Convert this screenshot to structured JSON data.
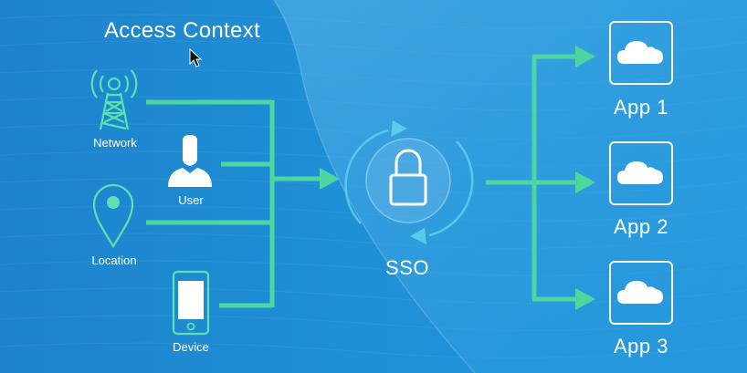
{
  "title": "Access Context",
  "inputs": {
    "network": "Network",
    "user": "User",
    "location": "Location",
    "device": "Device"
  },
  "center": {
    "label": "SSO"
  },
  "apps": [
    {
      "label": "App 1"
    },
    {
      "label": "App 2"
    },
    {
      "label": "App 3"
    }
  ],
  "colors": {
    "background": "#1f8fd6",
    "light_panel": "#4fb2e8",
    "connector": "#4fd5a0",
    "icon_outline": "#5fe0b0",
    "white": "#ffffff"
  }
}
